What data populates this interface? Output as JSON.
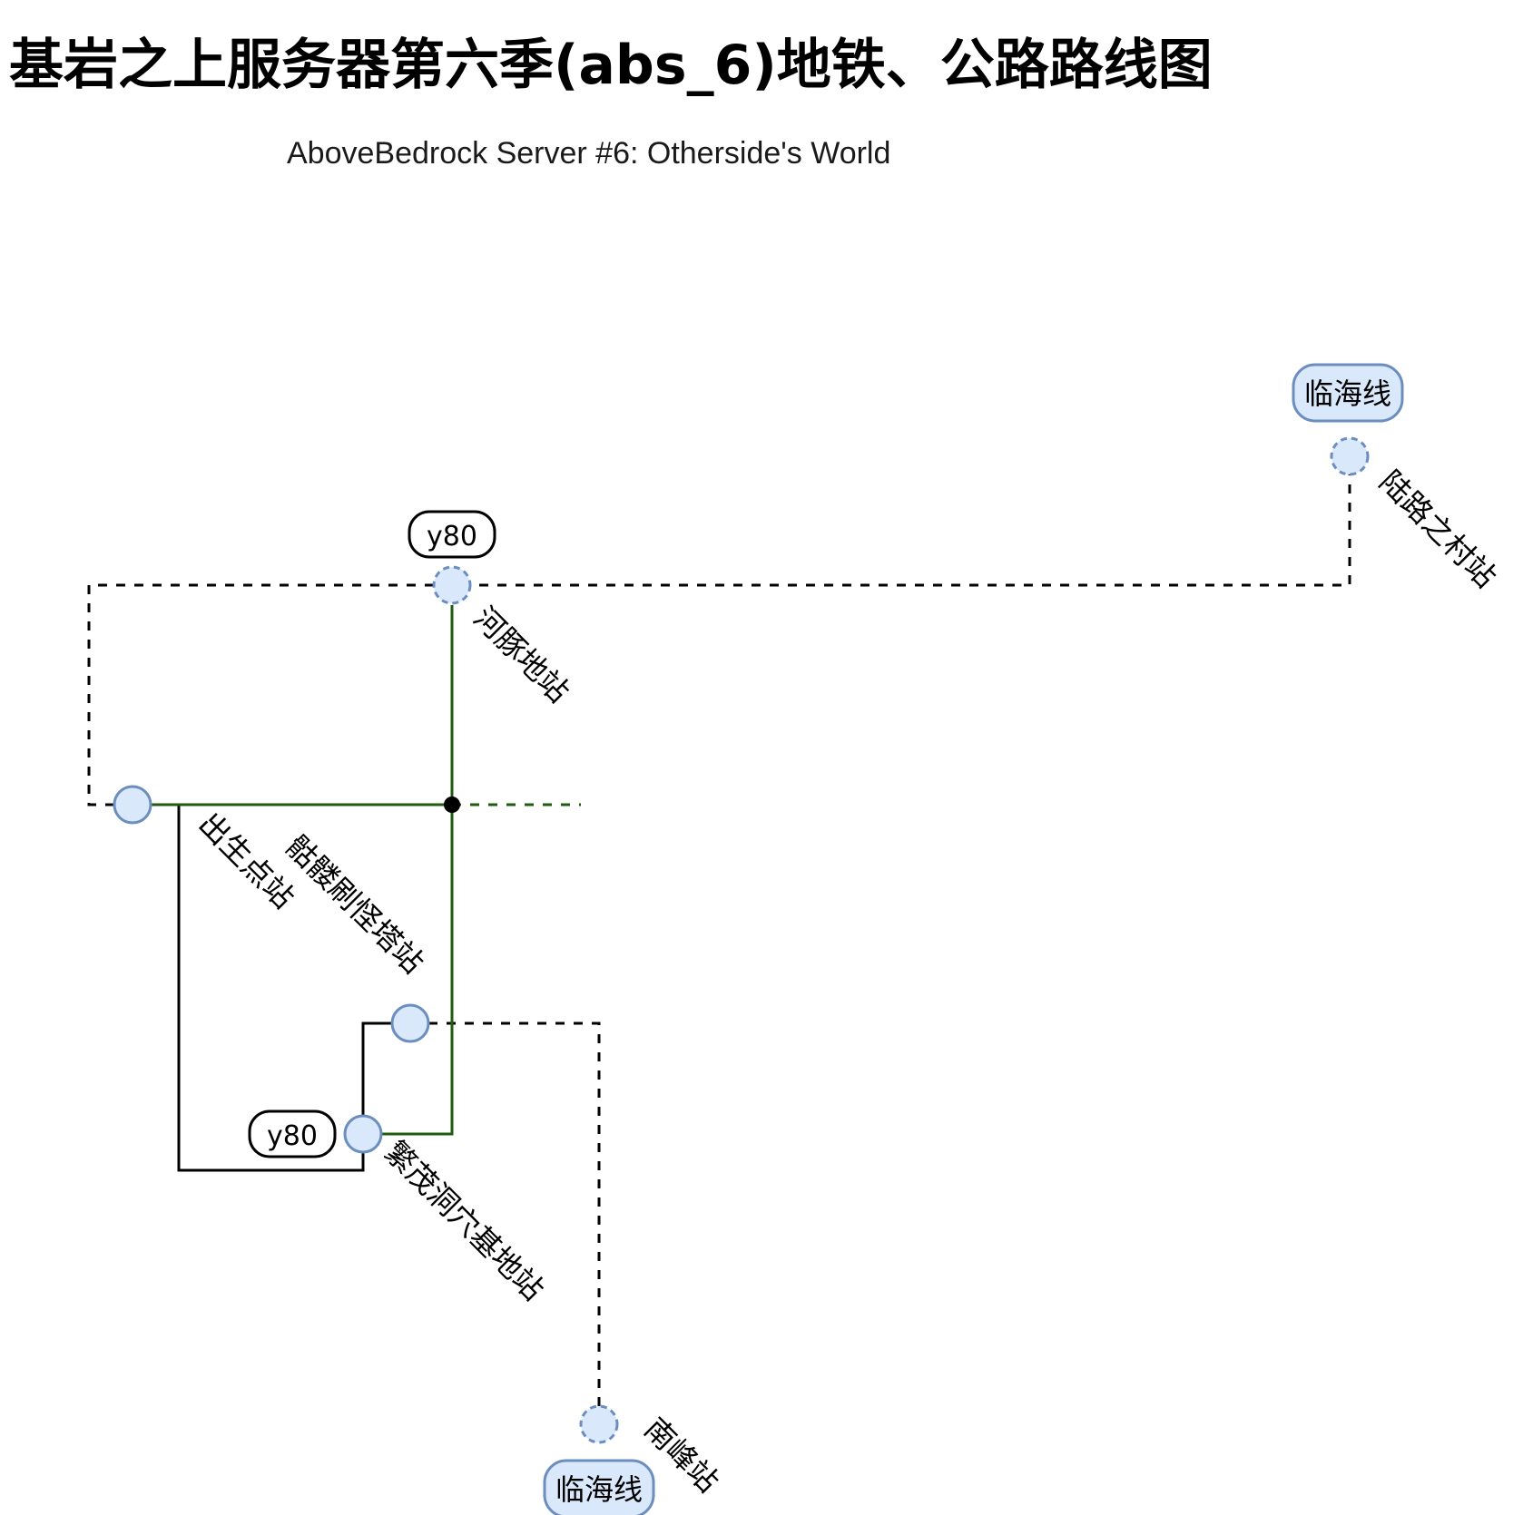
{
  "title": "基岩之上服务器第六季(abs_6)地铁、公路路线图",
  "subtitle": "AboveBedrock Server #6: Otherside's World",
  "colors": {
    "metro_line": "#1f5c0f",
    "road_line": "#000000",
    "station_fill": "#dae8fc",
    "station_stroke": "#6c8ebf",
    "junction": "#000000"
  },
  "tags": {
    "coastal_north": "临海线",
    "coastal_south": "临海线",
    "depth_north": "y80",
    "depth_south": "y80"
  },
  "stations": {
    "land_village": "陆路之村站",
    "river_dolphin": "河豚地站",
    "spawn": "出生点站",
    "skeleton_farm": "骷髅刷怪塔站",
    "lush_cave": "繁茂洞穴基地站",
    "south_peak": "南峰站"
  }
}
